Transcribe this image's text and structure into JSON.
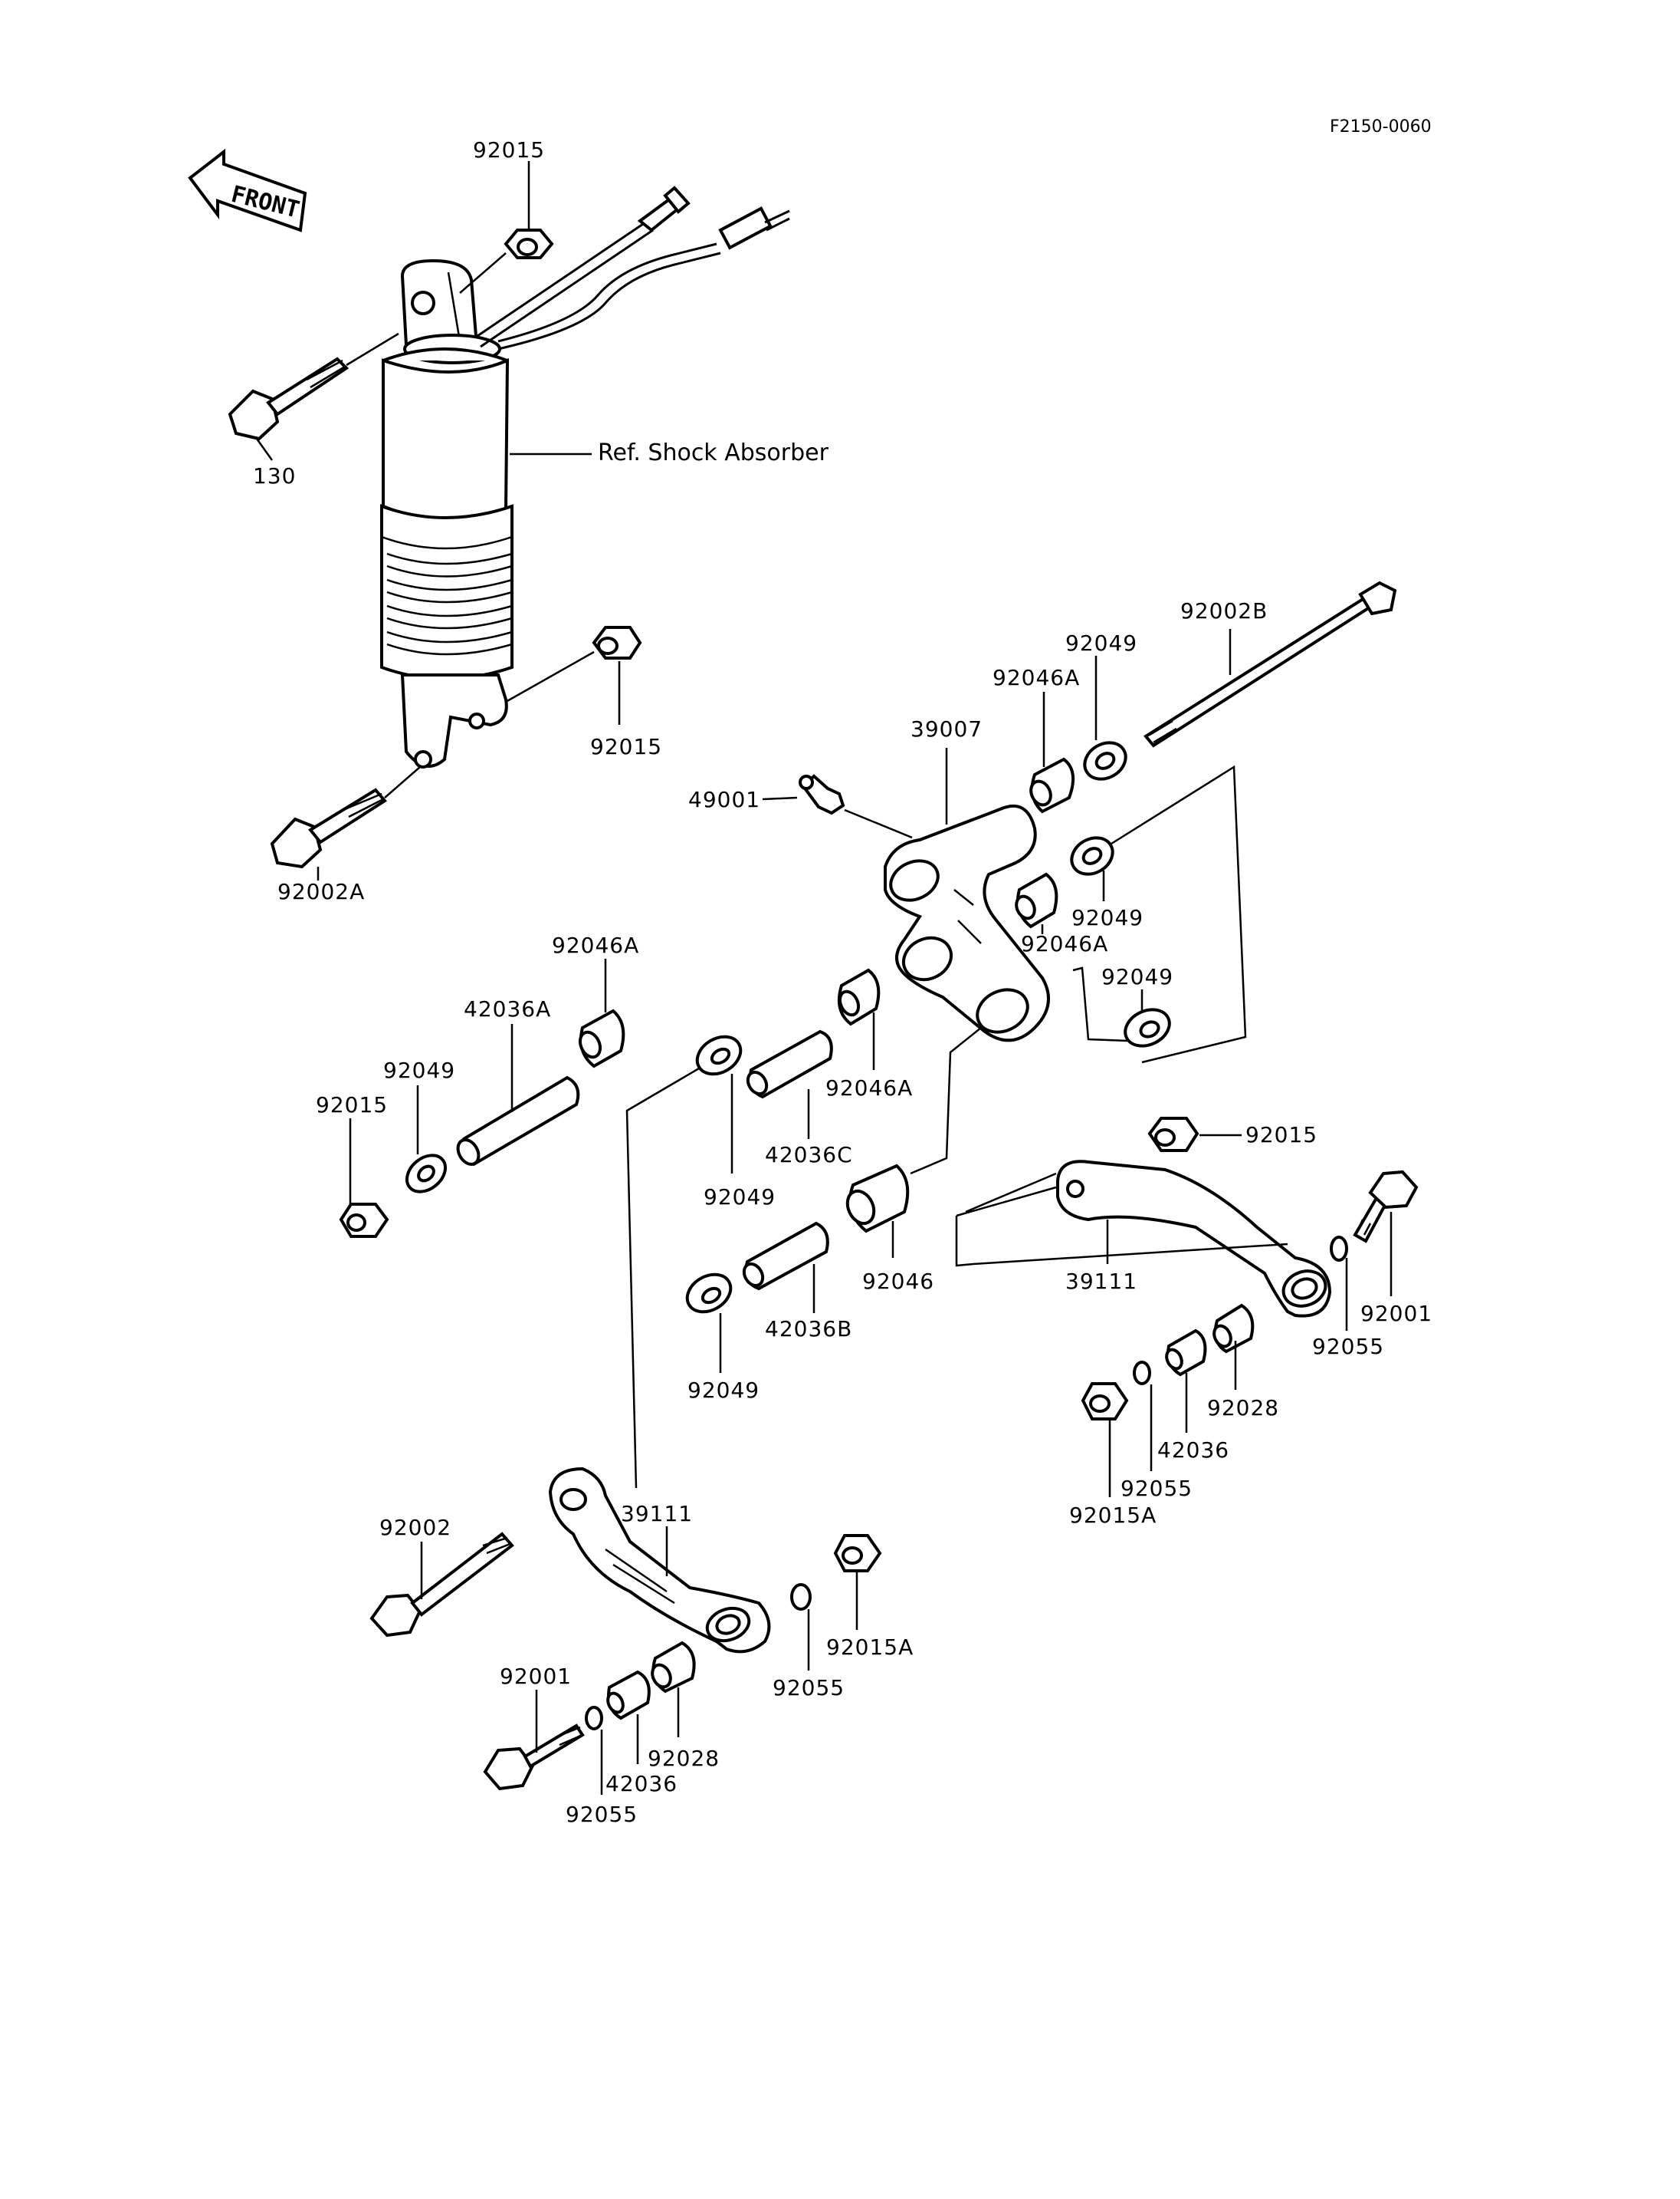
{
  "figure_code": "F2150-0060",
  "front_label": "FRONT",
  "shock_label": "Ref. Shock Absorber",
  "labels": {
    "p92015_top": "92015",
    "p130": "130",
    "p92015_shock": "92015",
    "p92002A": "92002A",
    "p92002B": "92002B",
    "p92049_a": "92049",
    "p92046A_a": "92046A",
    "p39007": "39007",
    "p49001": "49001",
    "p92049_b": "92049",
    "p92046A_b": "92046A",
    "p92049_c": "92049",
    "p92046A_left": "92046A",
    "p42036A": "42036A",
    "p92049_left": "92049",
    "p92015_left": "92015",
    "p92046A_mid": "92046A",
    "p42036C": "42036C",
    "p92049_mid": "92049",
    "p92046": "92046",
    "p42036B": "42036B",
    "p92049_low": "92049",
    "p92015_right": "92015",
    "p39111_right": "39111",
    "p92001_right": "92001",
    "p92055_right": "92055",
    "p92028_right": "92028",
    "p42036_right": "42036",
    "p92055_right2": "92055",
    "p92015A_right": "92015A",
    "p92002": "92002",
    "p39111_left": "39111",
    "p92055_left": "92055",
    "p92015A_left": "92015A",
    "p92001_left": "92001",
    "p92028_left": "92028",
    "p42036_left": "42036",
    "p92055_left2": "92055"
  }
}
